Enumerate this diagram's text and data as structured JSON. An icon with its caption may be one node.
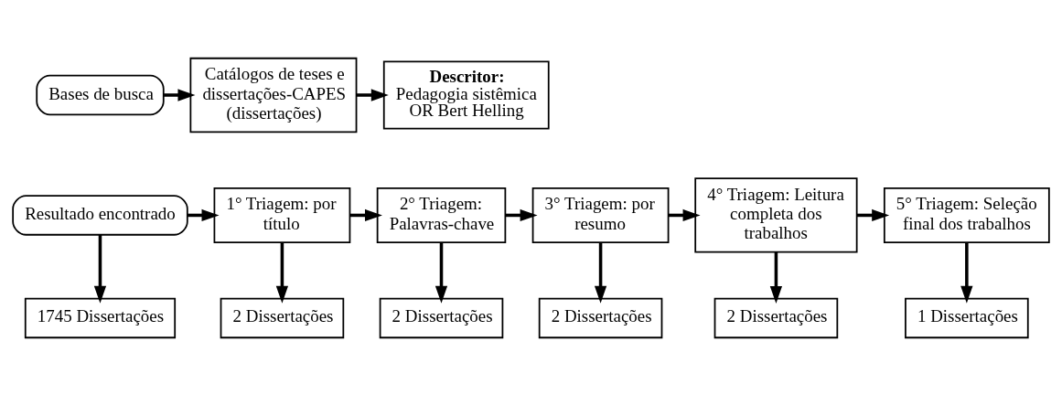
{
  "diagram": {
    "nodes": [
      {
        "text": [
          "Bases de busca"
        ]
      },
      {
        "text": [
          "Catálogos de teses e dissertações-CAPES (dissertações)"
        ]
      },
      {
        "text": [
          "Descritor:",
          "Pedagogia sistêmica OR Bert Helling"
        ]
      },
      {
        "text": [
          "Resultado encontrado"
        ]
      },
      {
        "text": [
          "1° Triagem: por título"
        ]
      },
      {
        "text": [
          "2° Triagem: Palavras-chave"
        ]
      },
      {
        "text": [
          "3° Triagem: por resumo"
        ]
      },
      {
        "text": [
          "4° Triagem: Leitura completa dos trabalhos"
        ]
      },
      {
        "text": [
          "5° Triagem: Seleção final dos trabalhos"
        ]
      },
      {
        "text": [
          "1745 Dissertações"
        ]
      },
      {
        "text": [
          "2 Dissertações"
        ]
      },
      {
        "text": [
          "2 Dissertações"
        ]
      },
      {
        "text": [
          "2 Dissertações"
        ]
      },
      {
        "text": [
          "2 Dissertações"
        ]
      },
      {
        "text": [
          "1 Dissertações"
        ]
      }
    ],
    "edges": [
      {
        "from": 0,
        "to": 1,
        "arrow": "to"
      },
      {
        "from": 1,
        "to": 2,
        "arrow": "to"
      },
      {
        "from": 3,
        "to": 4,
        "arrow": "to"
      },
      {
        "from": 4,
        "to": 5,
        "arrow": "to"
      },
      {
        "from": 5,
        "to": 6,
        "arrow": "to"
      },
      {
        "from": 6,
        "to": 7,
        "arrow": "to"
      },
      {
        "from": 7,
        "to": 8,
        "arrow": "to"
      },
      {
        "from": 3,
        "to": 9,
        "arrow": "to"
      },
      {
        "from": 4,
        "to": 10,
        "arrow": "to"
      },
      {
        "from": 5,
        "to": 11,
        "arrow": "to"
      },
      {
        "from": 6,
        "to": 12,
        "arrow": "to"
      },
      {
        "from": 7,
        "to": 13,
        "arrow": "to"
      },
      {
        "from": 8,
        "to": 14,
        "arrow": "to"
      }
    ]
  }
}
